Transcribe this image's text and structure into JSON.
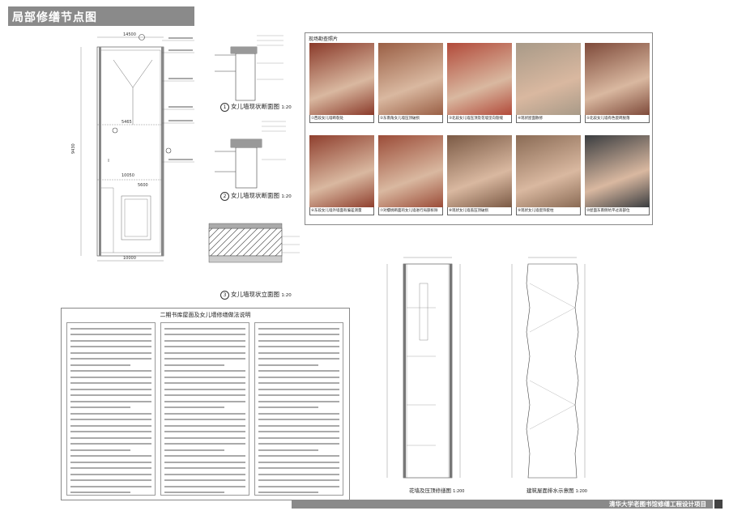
{
  "header": {
    "title": "局部修缮节点图"
  },
  "drawings": {
    "parapet_section_1": {
      "num": "1",
      "title": "女儿墙现状断面图",
      "scale": "1:20"
    },
    "parapet_section_2": {
      "num": "2",
      "title": "女儿墙现状断面图",
      "scale": "1:20"
    },
    "parapet_elevation_3": {
      "num": "3",
      "title": "女儿墙现状立面图",
      "scale": "1:20"
    },
    "flower_wall": {
      "title": "花墙及压顶修缮图",
      "scale": "1:200"
    },
    "roof_drainage": {
      "title": "建筑屋面排水示意图",
      "scale": "1:200"
    }
  },
  "plan_dims": {
    "top": "14500",
    "width": "10050",
    "bottom": "10000",
    "h1": "5465",
    "h2": "5600",
    "left": "9430"
  },
  "photos": {
    "title": "现场勘查照片",
    "items": [
      {
        "caption": "①西段女儿墙断裂处",
        "tone": "#8a3a2a"
      },
      {
        "caption": "②东南角女儿墙压顶破损",
        "tone": "#9a5f45"
      },
      {
        "caption": "③北段女儿墙压顶及花墙坚向裂缝",
        "tone": "#b24a3a"
      },
      {
        "caption": "④现状屋面散修",
        "tone": "#a89a88"
      },
      {
        "caption": "⑤北段女儿墙有色瓷砖脱落",
        "tone": "#7e4a3a"
      },
      {
        "caption": "⑥东段女儿墙外墙面有偏差测量",
        "tone": "#8f3f2e"
      },
      {
        "caption": "⑦对樱桃断面的女儿墙进行局部拆除",
        "tone": "#9b4c38"
      },
      {
        "caption": "⑧现状女儿墙盖压顶破损",
        "tone": "#7b5a45"
      },
      {
        "caption": "⑨现状女儿墙瓷饰套柱",
        "tone": "#8a6b55"
      },
      {
        "caption": "⑩屋面东南侧坑平过高部位",
        "tone": "#3a3d40"
      }
    ]
  },
  "notes": {
    "title": "二期书库屋面及女儿墙修缮做法说明"
  },
  "footer": {
    "project": "清华大学老图书馆修缮工程设计项目"
  }
}
